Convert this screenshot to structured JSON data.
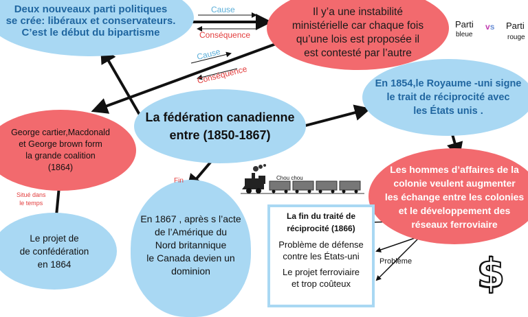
{
  "nodes": {
    "bipartisme": "Deux nouveaux parti politiques\nse crée: libéraux et conservateurs.\nC’est le début du bipartisme",
    "instabilite": "Il y’a une instabilité\nministérielle car chaque fois\nqu’une lois est proposée il\nest contesté par l’autre",
    "reciprocite": "En 1854,le Royaume -uni signe\nle trait  de réciprocité avec\nles États unis .",
    "central": "La fédération canadienne\nentre (1850-1867)",
    "coalition": "George cartier,Macdonald\net George brown form\nla grande coalition\n(1864)",
    "affaires": "Les hommes d’affaires de la\ncolonie veulent augmenter\nles échange entre les colonies\net le développement des\nréseaux ferroviaire",
    "confederation": "Le  projet de\nde confédération\nen 1864",
    "acte": "En 1867 , après s l’acte\nde l’Amérique du\nNord britannique\nle Canada devien un\ndominion"
  },
  "box": {
    "title": "La fin du traité de\nréciprocité (1866)",
    "item1": "Problème de défense\ncontre les États-uni",
    "item2": "Le projet ferroviaire\net trop coûteux"
  },
  "labels": {
    "cause1": "Cause",
    "consequence1": "Conséquence",
    "cause2": "Cause",
    "consequence2": "Conséquence",
    "fin": "Fin",
    "situe": "Situé dans\nle temps",
    "probleme": "Problème",
    "chouchou": "Chou chou"
  },
  "legend": {
    "parti_bleu": "Parti",
    "parti_bleu_sub": "bleue",
    "parti_rouge": "Parti",
    "parti_rouge_sub": "rouge"
  },
  "colors": {
    "blue": "#a9d8f3",
    "red": "#f26a6e",
    "label_red": "#e23c3c",
    "label_blue": "#5aaed8"
  }
}
